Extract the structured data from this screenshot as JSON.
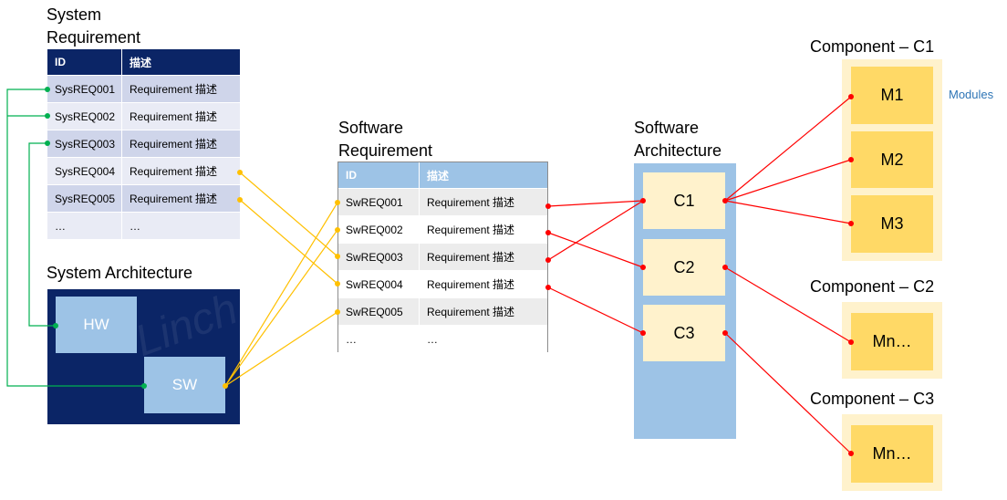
{
  "sys_req": {
    "title_line1": "System",
    "title_line2": "Requirement",
    "header_id": "ID",
    "header_desc": "描述",
    "rows": [
      {
        "id": "SysREQ001",
        "desc": "Requirement 描述"
      },
      {
        "id": "SysREQ002",
        "desc": "Requirement 描述"
      },
      {
        "id": "SysREQ003",
        "desc": "Requirement 描述"
      },
      {
        "id": "SysREQ004",
        "desc": "Requirement 描述"
      },
      {
        "id": "SysREQ005",
        "desc": "Requirement 描述"
      },
      {
        "id": "…",
        "desc": "…"
      }
    ]
  },
  "sys_arch": {
    "title": "System Architecture",
    "hw": "HW",
    "sw": "SW",
    "watermark": "Linch"
  },
  "sw_req": {
    "title_line1": "Software",
    "title_line2": "Requirement",
    "header_id": "ID",
    "header_desc": "描述",
    "rows": [
      {
        "id": "SwREQ001",
        "desc": "Requirement 描述"
      },
      {
        "id": "SwREQ002",
        "desc": "Requirement 描述"
      },
      {
        "id": "SwREQ003",
        "desc": "Requirement 描述"
      },
      {
        "id": "SwREQ004",
        "desc": "Requirement 描述"
      },
      {
        "id": "SwREQ005",
        "desc": "Requirement 描述"
      },
      {
        "id": "…",
        "desc": "…"
      }
    ]
  },
  "sw_arch": {
    "title_line1": "Software",
    "title_line2": "Architecture",
    "components": [
      "C1",
      "C2",
      "C3"
    ]
  },
  "component_c1": {
    "title": "Component – C1",
    "modules": [
      "M1",
      "M2",
      "M3"
    ],
    "modules_label": "Modules"
  },
  "component_c2": {
    "title": "Component – C2",
    "module": "Mn…"
  },
  "component_c3": {
    "title": "Component – C3",
    "module": "Mn…"
  },
  "colors": {
    "navy": "#0b2566",
    "sys_row_dark": "#cfd5ea",
    "sys_row_light": "#e9ebf5",
    "sw_header": "#9dc3e6",
    "sw_arch_bg": "#9dc3e6",
    "component_box": "#fff2cc",
    "component_outer": "#ffe9b3",
    "module_fill": "#ffd966",
    "green_link": "#00b050",
    "yellow_link": "#ffc000",
    "red_link": "#ff0000",
    "modules_label": "#2e75b6"
  }
}
